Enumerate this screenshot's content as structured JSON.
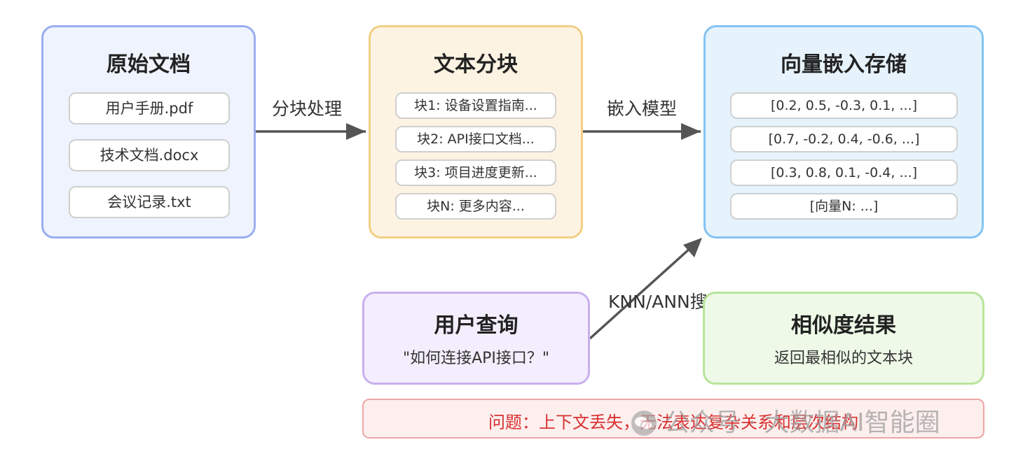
{
  "source": {
    "title": "原始文档",
    "files": [
      "用户手册.pdf",
      "技术文档.docx",
      "会议记录.txt"
    ]
  },
  "chunking": {
    "title": "文本分块",
    "chunks": [
      "块1: 设备设置指南...",
      "块2: API接口文档...",
      "块3: 项目进度更新...",
      "块N: 更多内容..."
    ]
  },
  "vector_store": {
    "title": "向量嵌入存储",
    "vectors": [
      "[0.2, 0.5, -0.3, 0.1, ...]",
      "[0.7, -0.2, 0.4, -0.6, ...]",
      "[0.3, 0.8, 0.1, -0.4, ...]",
      "[向量N: ...]"
    ]
  },
  "edges": {
    "chunk_label": "分块处理",
    "embed_label": "嵌入模型",
    "search_label": "KNN/ANN搜索"
  },
  "query": {
    "title": "用户查询",
    "text": "\"如何连接API接口？\""
  },
  "result": {
    "title": "相似度结果",
    "text": "返回最相似的文本块"
  },
  "problem": {
    "text": "问题：上下文丢失，无法表达复杂关系和层次结构"
  },
  "watermark": {
    "text": "公众号 · 大数据AI智能圈",
    "icon": "wechat-icon"
  },
  "colors": {
    "arrow": "#555555",
    "problem_text": "#d93030"
  }
}
